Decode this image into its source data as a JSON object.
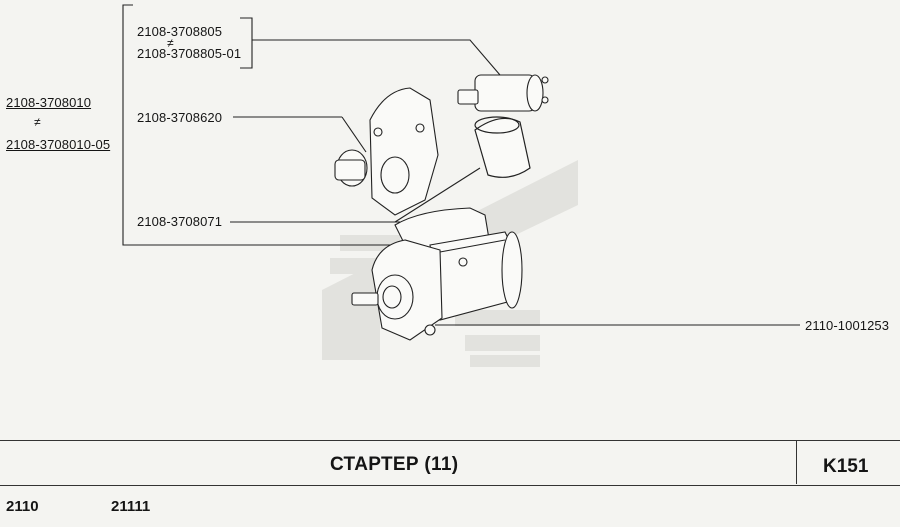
{
  "labels": {
    "assembly_main": "2108-3708010",
    "assembly_neq": "≠",
    "assembly_alt": "2108-3708010-05",
    "solenoid_main": "2108-3708805",
    "solenoid_neq": "≠",
    "solenoid_alt": "2108-3708805-01",
    "drive": "2108-3708620",
    "cover": "2108-3708071",
    "bolt": "2110-1001253"
  },
  "title": "СТАРТЕР (11)",
  "page_code": "K151",
  "footer": {
    "model": "2110",
    "variant": "21111"
  }
}
